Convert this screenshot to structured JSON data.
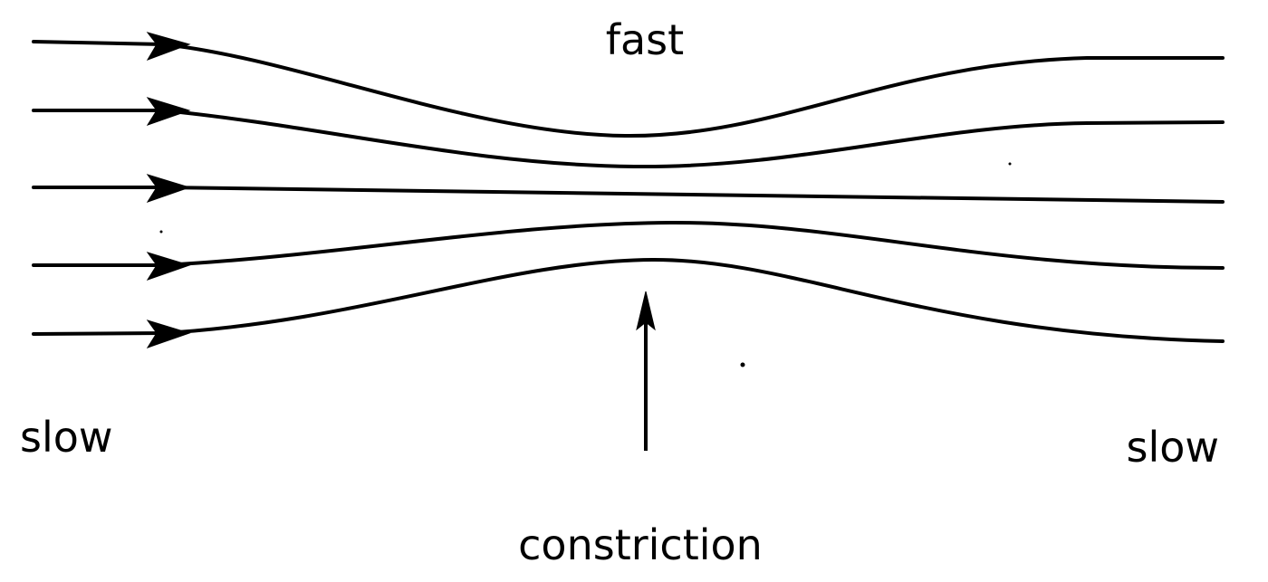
{
  "labels": {
    "top_center": "fast",
    "left": "slow",
    "right": "slow",
    "bottom": "constriction"
  },
  "streamline_count": 5,
  "arrow_direction": "left-to-right",
  "line_color": "#000000",
  "background_color": "#ffffff"
}
